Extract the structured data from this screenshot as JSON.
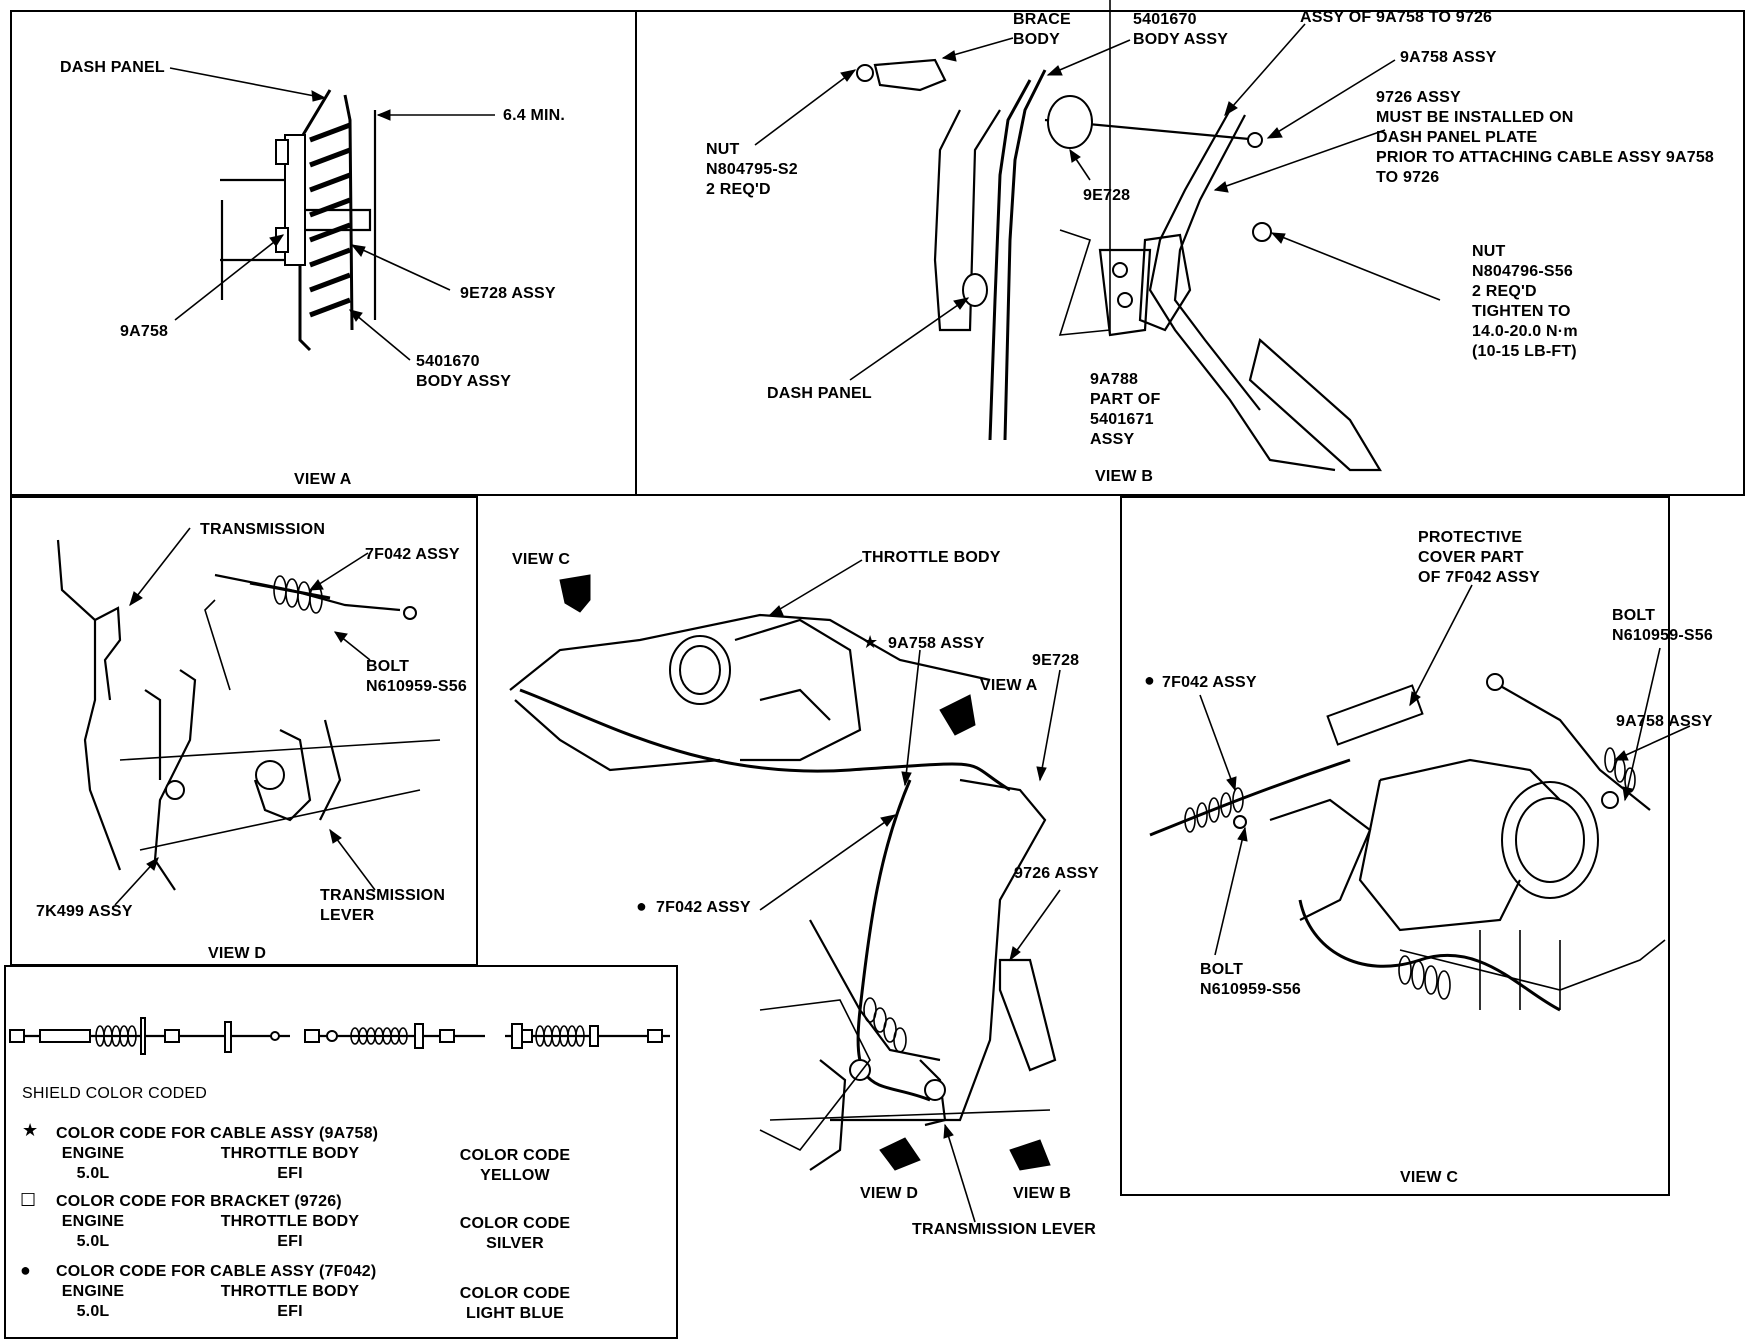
{
  "view_a": {
    "title": "VIEW A",
    "labels": {
      "dash_panel": "DASH PANEL",
      "min": "6.4 MIN.",
      "part_9e728": "9E728 ASSY",
      "part_9a758": "9A758",
      "body_assy": "5401670\nBODY ASSY"
    }
  },
  "view_b": {
    "title": "VIEW B",
    "labels": {
      "brace_body": "BRACE\nBODY",
      "body_assy": "5401670\nBODY ASSY",
      "assy_of": "ASSY OF 9A758 TO 9726",
      "part_9a758_assy": "9A758 ASSY",
      "note_9726": "9726 ASSY\nMUST BE INSTALLED ON\nDASH PANEL PLATE\nPRIOR TO ATTACHING CABLE ASSY 9A758\nTO 9726",
      "nut_s2": "NUT\nN804795-S2\n2 REQ'D",
      "part_9e728": "9E728",
      "nut_s56": "NUT\nN804796-S56\n2 REQ'D\nTIGHTEN TO\n14.0-20.0 N·m\n(10-15 LB-FT)",
      "dash_panel": "DASH PANEL",
      "part_9a788": "9A788\nPART OF\n5401671\nASSY"
    }
  },
  "view_d": {
    "title": "VIEW D",
    "labels": {
      "transmission": "TRANSMISSION",
      "part_7f042": "7F042 ASSY",
      "bolt": "BOLT\nN610959-S56",
      "part_7k499": "7K499 ASSY",
      "trans_lever": "TRANSMISSION\nLEVER"
    }
  },
  "main_view": {
    "labels": {
      "view_c": "VIEW C",
      "throttle_body": "THROTTLE BODY",
      "part_9a758": "9A758 ASSY",
      "part_9e728": "9E728",
      "view_a": "VIEW A",
      "part_9726": "9726 ASSY",
      "part_7f042": "7F042 ASSY",
      "view_d": "VIEW D",
      "view_b": "VIEW B",
      "trans_lever": "TRANSMISSION LEVER"
    }
  },
  "view_c": {
    "title": "VIEW C",
    "labels": {
      "protective": "PROTECTIVE\nCOVER PART\nOF 7F042 ASSY",
      "bolt_top": "BOLT\nN610959-S56",
      "part_7f042": "7F042 ASSY",
      "part_9a758": "9A758 ASSY",
      "bolt_bottom": "BOLT\nN610959-S56"
    }
  },
  "legend": {
    "shield": "SHIELD COLOR CODED",
    "rows": [
      {
        "symbol": "★",
        "heading": "COLOR CODE FOR CABLE ASSY (9A758)",
        "engine_label": "ENGINE",
        "engine": "5.0L",
        "tb_label": "THROTTLE BODY",
        "tb": "EFI",
        "cc_label": "COLOR CODE",
        "cc": "YELLOW"
      },
      {
        "symbol": "☐",
        "heading": "COLOR CODE FOR BRACKET (9726)",
        "engine_label": "ENGINE",
        "engine": "5.0L",
        "tb_label": "THROTTLE BODY",
        "tb": "EFI",
        "cc_label": "COLOR CODE",
        "cc": "SILVER"
      },
      {
        "symbol": "●",
        "heading": "COLOR CODE FOR CABLE ASSY (7F042)",
        "engine_label": "ENGINE",
        "engine": "5.0L",
        "tb_label": "THROTTLE BODY",
        "tb": "EFI",
        "cc_label": "COLOR CODE",
        "cc": "LIGHT BLUE"
      }
    ]
  }
}
